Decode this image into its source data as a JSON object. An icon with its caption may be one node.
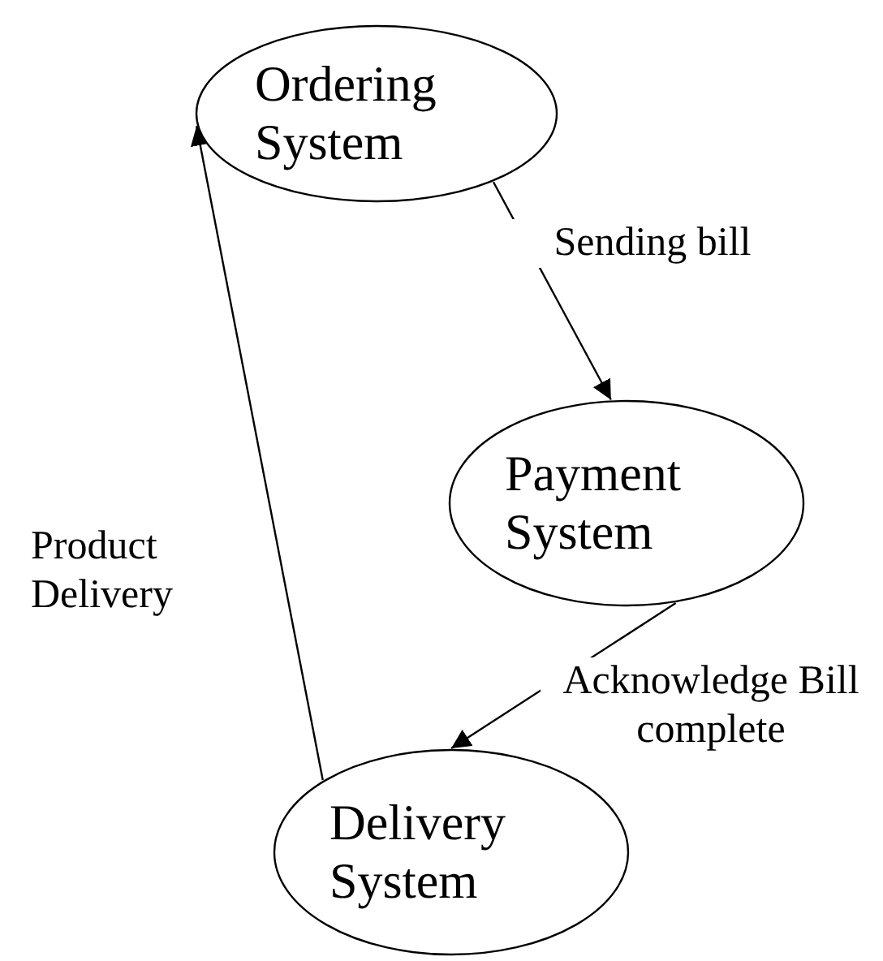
{
  "diagram": {
    "nodes": [
      {
        "text": [
          "Ordering System"
        ]
      },
      {
        "text": [
          "Payment System"
        ]
      },
      {
        "text": [
          "Delivery System"
        ]
      }
    ],
    "edges": [
      {
        "from": 0,
        "to": 1,
        "arrow": "to",
        "label": "Sending bill"
      },
      {
        "from": 1,
        "to": 2,
        "arrow": "to",
        "label": "Acknowledge Bill complete"
      },
      {
        "from": 2,
        "to": 0,
        "arrow": "to",
        "label": "Product Delivery"
      }
    ]
  }
}
